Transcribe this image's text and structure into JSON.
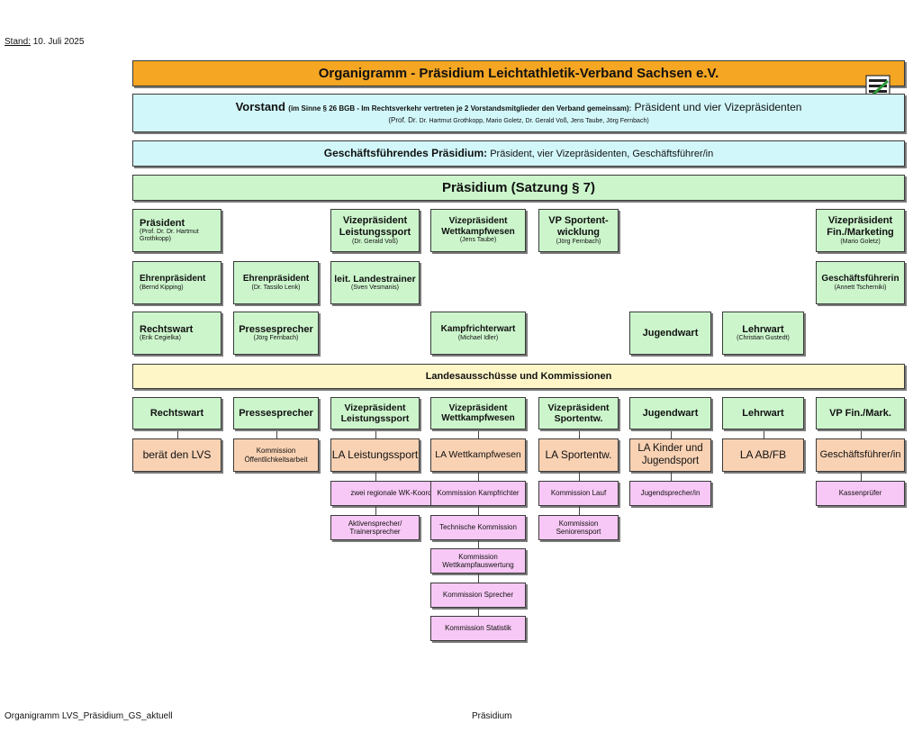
{
  "stand": {
    "label": "Stand:",
    "date": "10. Juli 2025"
  },
  "title": "Organigramm  -  Präsidium Leichtathletik-Verband Sachsen e.V.",
  "logo_icon": "saxony-coat-of-arms-icon",
  "vorstand": {
    "label": "Vorstand",
    "qualifier": "(im Sinne § 26 BGB - Im Rechtsverkehr vertreten je 2 Vorstandsmitglieder den Verband gemeinsam):",
    "members": "Präsident und vier Vizepräsidenten",
    "names_prefix": "(Prof. Dr.",
    "names": "Dr. Hartmut Grothkopp, Mario Goletz, Dr. Gerald Voß, Jens Taube, Jörg Fernbach)"
  },
  "gp": {
    "label": "Geschäftsführendes Präsidium:",
    "text": "Präsident, vier Vizepräsidenten, Geschäftsführer/in"
  },
  "praesidium": "Präsidium (Satzung § 7)",
  "officers": {
    "praesident": {
      "title": "Präsident",
      "name": "(Prof. Dr. Dr. Hartmut Grothkopp)"
    },
    "vp_ls": {
      "title": "Vizepräsident Leistungssport",
      "name": "(Dr. Gerald Voß)"
    },
    "vp_wk": {
      "title": "Vizepräsident Wettkampfwesen",
      "name": "(Jens Taube)"
    },
    "vp_se": {
      "title": "VP Sportent-wicklung",
      "name": "(Jörg Fernbach)"
    },
    "vp_fm": {
      "title": "Vizepräsident Fin./Marketing",
      "name": "(Mario Goletz)"
    },
    "ehren1": {
      "title": "Ehrenpräsident",
      "name": "(Bernd Kipping)"
    },
    "ehren2": {
      "title": "Ehrenpräsident",
      "name": "(Dr. Tassilo Lenk)"
    },
    "ltr": {
      "title": "leit. Landestrainer",
      "name": "(Sven Vesmanis)"
    },
    "gf": {
      "title": "Geschäftsführerin",
      "name": "(Annett Tscherniki)"
    },
    "rechtswart": {
      "title": "Rechtswart",
      "name": "(Erik Cegielka)"
    },
    "presse": {
      "title": "Pressesprecher",
      "name": "(Jörg Fernbach)"
    },
    "kampfrichter": {
      "title": "Kampfrichterwart",
      "name": "(Michael Idler)"
    },
    "jugendwart": {
      "title": "Jugendwart"
    },
    "lehrwart": {
      "title": "Lehrwart",
      "name": "(Christian Gustedt)"
    }
  },
  "committees_header": "Landesausschüsse und Kommissionen",
  "columns": [
    {
      "head": "Rechtswart",
      "main": "berät den LVS",
      "subs": []
    },
    {
      "head": "Pressesprecher",
      "main": "Kommission Öffentlichkeitsarbeit",
      "subs": []
    },
    {
      "head": "Vizepräsident Leistungssport",
      "main": "LA Leistungssport",
      "subs": [
        "zwei regionale WK-Koordinatoren und RWK DD",
        "Aktivensprecher/ Trainersprecher"
      ]
    },
    {
      "head": "Vizepräsident Wettkampfwesen",
      "main": "LA Wettkampfwesen",
      "subs": [
        "Kommission Kampfrichter",
        "Technische Kommission",
        "Kommission Wettkampfauswertung",
        "Kommission Sprecher",
        "Kommission Statistik"
      ]
    },
    {
      "head": "Vizepräsident Sportentw.",
      "main": "LA Sportentw.",
      "subs": [
        "Kommission Lauf",
        "Kommission Seniorensport"
      ]
    },
    {
      "head": "Jugendwart",
      "main": "LA Kinder und Jugendsport",
      "subs": [
        "Jugendsprecher/in"
      ]
    },
    {
      "head": "Lehrwart",
      "main": "LA AB/FB",
      "subs": []
    },
    {
      "head": "VP Fin./Mark.",
      "main": "Geschäftsführer/in",
      "subs": [
        "Kassenprüfer"
      ]
    }
  ],
  "footer": {
    "left": "Organigramm LVS_Präsidium_GS_aktuell",
    "center": "Präsidium"
  }
}
